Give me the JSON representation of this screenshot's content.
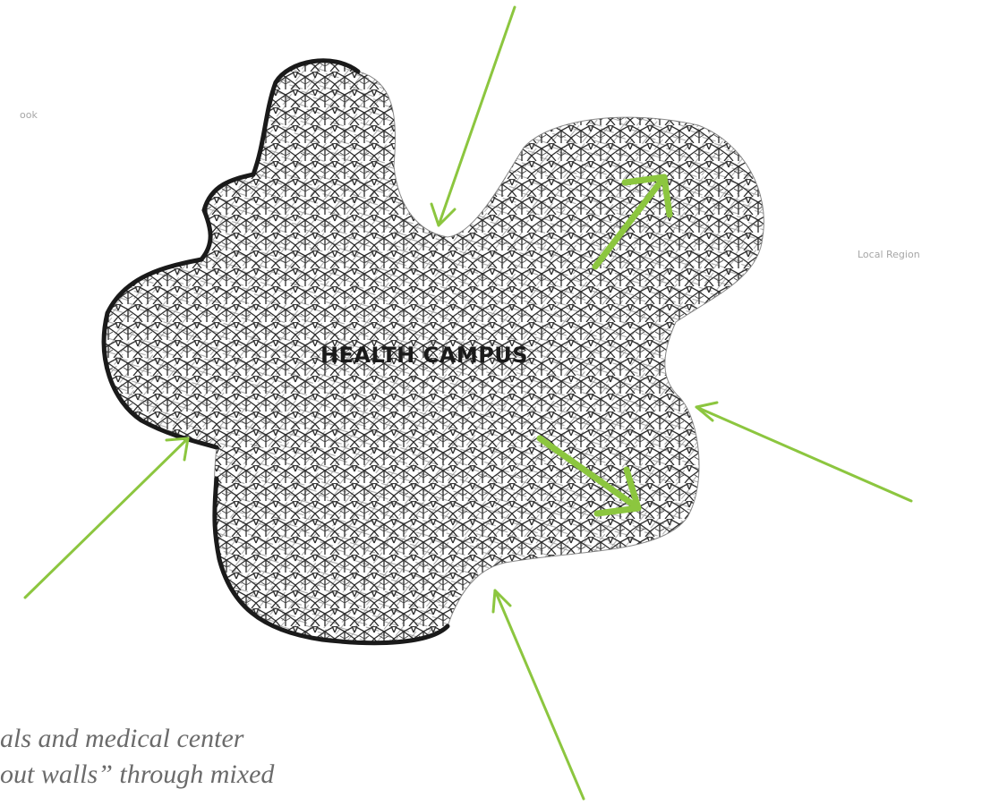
{
  "diagram": {
    "center_label": "HEALTH CAMPUS",
    "left_label": "ook",
    "right_label": "Local Region",
    "caption_lines": [
      "als and medical center",
      "out walls” through mixed"
    ]
  },
  "colors": {
    "arrow": "#8cc63f",
    "outline": "#1a1a1a",
    "texture": "#2b2b2b",
    "faint_text": "#a6a6a6",
    "caption": "#6b6b6b"
  },
  "icons": [
    "arrow-icon"
  ]
}
